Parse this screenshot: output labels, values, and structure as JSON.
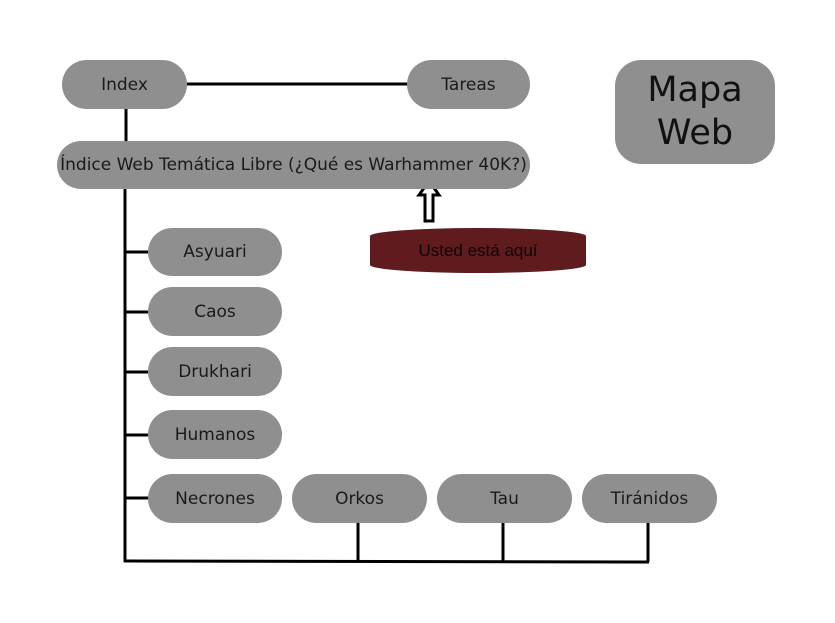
{
  "diagram": {
    "title_lines": [
      "Mapa",
      "Web"
    ],
    "nodes": {
      "index": "Index",
      "tareas": "Tareas",
      "indice": "Índice Web Temática Libre (¿Qué es Warhammer 40K?)",
      "asyuari": "Asyuari",
      "caos": "Caos",
      "drukhari": "Drukhari",
      "humanos": "Humanos",
      "necrones": "Necrones",
      "orkos": "Orkos",
      "tau": "Tau",
      "tiranidos": "Tiránidos"
    },
    "you_are_here": "Usted está aquí",
    "colors": {
      "node_fill": "#8f8f8f",
      "connector": "#000000",
      "marker_fill": "#5f1b1e"
    }
  }
}
